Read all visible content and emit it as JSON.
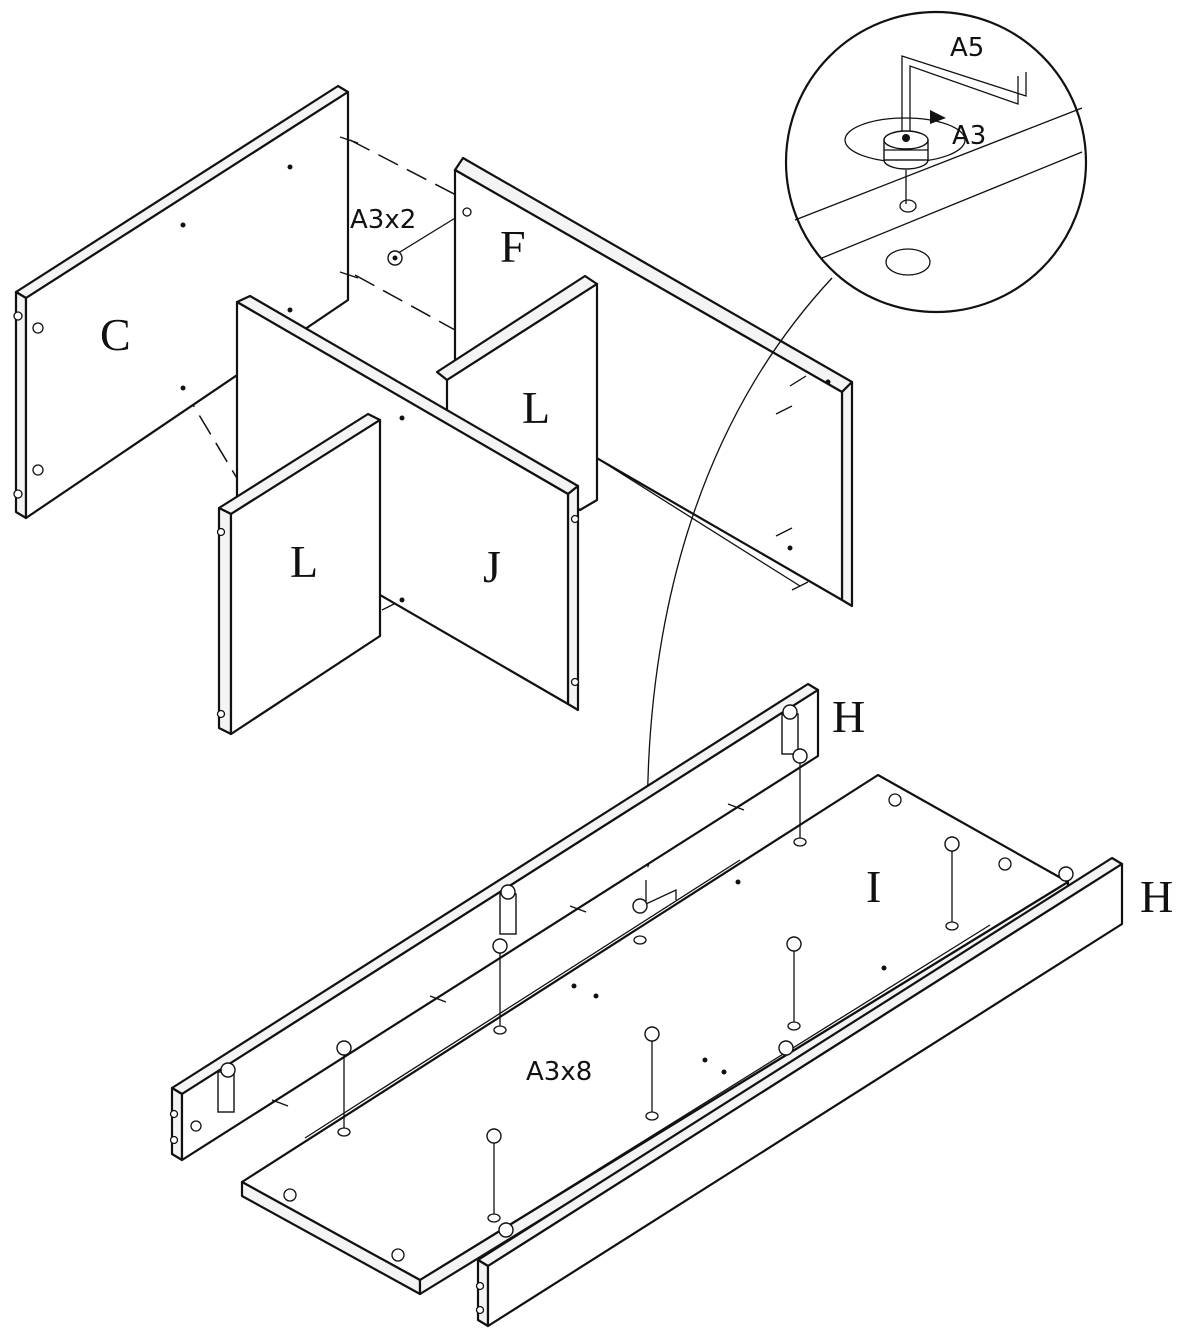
{
  "panels": {
    "c": "C",
    "f": "F",
    "l_top": "L",
    "l_bottom": "L",
    "j": "J",
    "h_back": "H",
    "h_front": "H",
    "i": "I"
  },
  "callouts": {
    "upper_cam_lock": "A3x2",
    "lower_cam_locks": "A3x8",
    "detail_tool": "A5",
    "detail_cam": "A3"
  }
}
